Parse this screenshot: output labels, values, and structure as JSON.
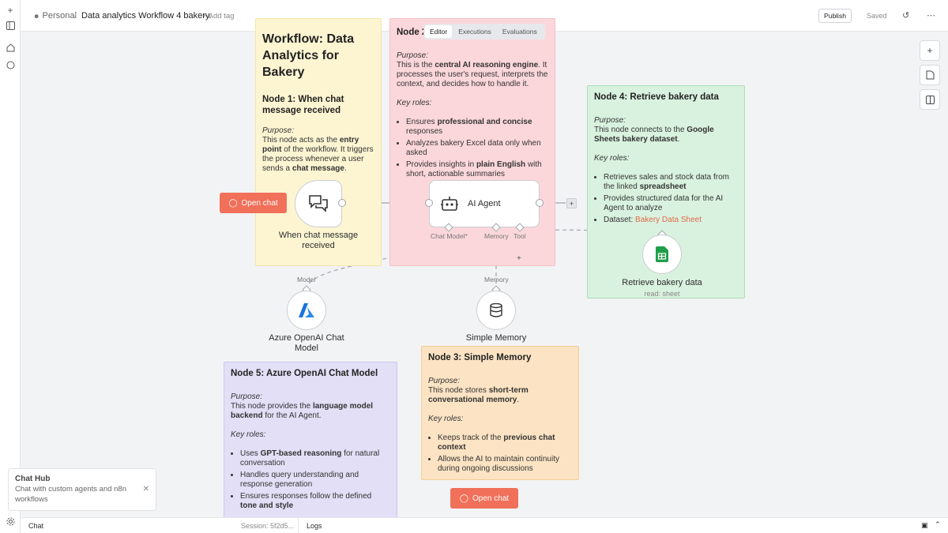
{
  "header": {
    "breadcrumb_personal": "Personal",
    "breadcrumb_sep": "/",
    "workflow_title": "Data analytics Workflow 4 bakery.",
    "add_tag": "+ Add tag",
    "publish": "Publish",
    "saved": "Saved"
  },
  "tabs": [
    {
      "label": "Editor"
    },
    {
      "label": "Executions"
    },
    {
      "label": "Evaluations"
    }
  ],
  "notes": {
    "yellow": {
      "title_big": "Workflow: Data Analytics for Bakery",
      "heading": "Node 1: When chat message received",
      "purpose": "Purpose:",
      "t1": "This node acts as the ",
      "b1": "entry point",
      "t2": " of the workflow. It triggers the process whenever a user sends a ",
      "b2": "chat message",
      "t3": "."
    },
    "pink": {
      "heading": "Node 2",
      "purpose": "Purpose:",
      "t1": "This is the ",
      "b1": "central AI reasoning engine",
      "t2": ". It processes the user's request, interprets the context, and decides how to handle it.",
      "key_roles": "Key roles:",
      "r1a": "Ensures ",
      "r1b": "professional and concise",
      "r1c": " responses",
      "r2": "Analyzes bakery Excel data only when asked",
      "r3a": "Provides insights in ",
      "r3b": "plain English",
      "r3c": " with short, actionable summaries"
    },
    "green": {
      "heading": "Node 4: Retrieve bakery data",
      "purpose": "Purpose:",
      "t1": "This node connects to the ",
      "b1": "Google Sheets bakery dataset",
      "t2": ".",
      "key_roles": "Key roles:",
      "r1a": "Retrieves sales and stock data from the linked ",
      "r1b": "spreadsheet",
      "r2": "Provides structured data for the AI Agent to analyze",
      "r3a": "Dataset: ",
      "r3b": "Bakery Data Sheet"
    },
    "purple": {
      "heading": "Node 5: Azure OpenAI Chat Model",
      "purpose": "Purpose:",
      "t1": "This node provides the ",
      "b1": "language model backend",
      "t2": " for the AI Agent.",
      "key_roles": "Key roles:",
      "r1a": "Uses ",
      "r1b": "GPT-based reasoning",
      "r1c": " for natural conversation",
      "r2": "Handles query understanding and response generation",
      "r3a": "Ensures responses follow the defined ",
      "r3b": "tone and style"
    },
    "orange": {
      "heading": "Node 3: Simple Memory",
      "purpose": "Purpose:",
      "t1": "This node stores ",
      "b1": "short-term conversational memory",
      "t2": ".",
      "key_roles": "Key roles:",
      "r1a": "Keeps track of the ",
      "r1b": "previous chat context",
      "r2": "Allows the AI to maintain continuity during ongoing discussions"
    }
  },
  "nodes": {
    "trigger_label": "When chat message received",
    "agent_label": "AI Agent",
    "agent_port_model": "Chat Model*",
    "agent_port_memory": "Memory",
    "agent_port_tool": "Tool",
    "sheets_label": "Retrieve bakery data",
    "sheets_sub": "read: sheet",
    "azure_port": "Model",
    "azure_label": "Azure OpenAI Chat Model",
    "memory_port": "Memory",
    "memory_label": "Simple Memory"
  },
  "buttons": {
    "open_chat": "Open chat"
  },
  "chat_hub": {
    "title": "Chat Hub",
    "desc": "Chat with custom agents and n8n workflows"
  },
  "bottom": {
    "chat": "Chat",
    "session": "Session: 5f2d5...",
    "logs": "Logs"
  },
  "colors": {
    "accent": "#f0705a",
    "link": "#e06a4a",
    "azure": "#1a73d9",
    "sheets": "#1e9e4a"
  }
}
